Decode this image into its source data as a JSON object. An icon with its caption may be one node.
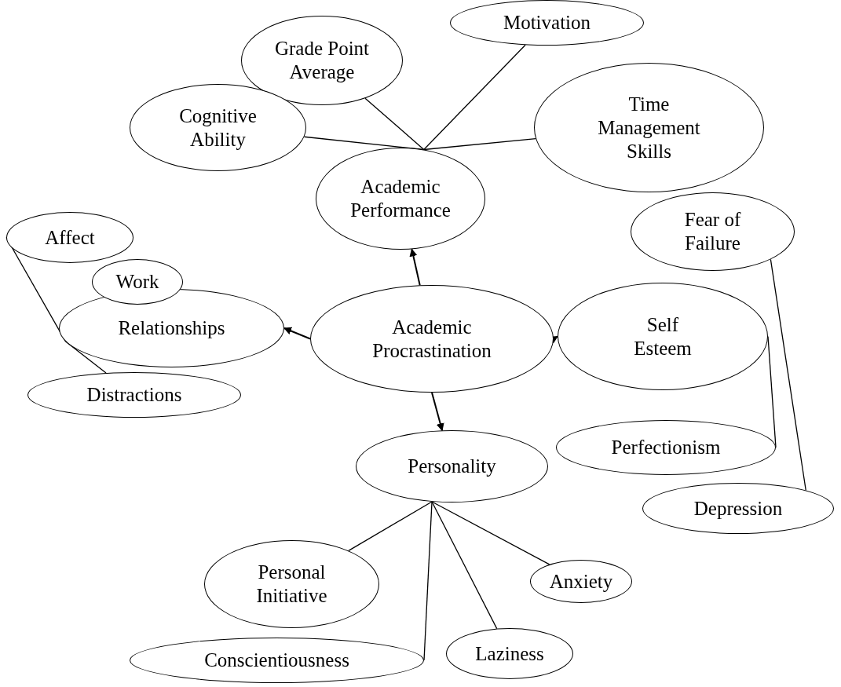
{
  "diagram": {
    "nodes": [
      {
        "text": [
          "Grade Point Average"
        ]
      },
      {
        "text": [
          "Motivation"
        ]
      },
      {
        "text": [
          "Time Management Skills"
        ]
      },
      {
        "text": [
          "Cognitive Ability"
        ]
      },
      {
        "text": [
          "Academic Performance"
        ]
      },
      {
        "text": [
          "Affect"
        ]
      },
      {
        "text": [
          "Fear of Failure"
        ]
      },
      {
        "text": [
          "Work"
        ]
      },
      {
        "text": [
          "Relationships"
        ]
      },
      {
        "text": [
          "Academic Procrastination"
        ]
      },
      {
        "text": [
          "Self Esteem"
        ]
      },
      {
        "text": [
          "Distractions"
        ]
      },
      {
        "text": [
          "Perfectionism"
        ]
      },
      {
        "text": [
          "Personality"
        ]
      },
      {
        "text": [
          "Depression"
        ]
      },
      {
        "text": [
          "Personal Initiative"
        ]
      },
      {
        "text": [
          "Anxiety"
        ]
      },
      {
        "text": [
          "Conscientiousness"
        ]
      },
      {
        "text": [
          "Laziness"
        ]
      }
    ],
    "edges": [
      {
        "from": 9,
        "to": 4,
        "arrow": "to"
      },
      {
        "from": 9,
        "to": 8,
        "arrow": "to"
      },
      {
        "from": 9,
        "to": 10,
        "arrow": "to"
      },
      {
        "from": 9,
        "to": 13,
        "arrow": "to"
      },
      {
        "from": 0,
        "to": 4,
        "arrow": "none"
      },
      {
        "from": 1,
        "to": 4,
        "arrow": "none"
      },
      {
        "from": 2,
        "to": 4,
        "arrow": "none"
      },
      {
        "from": 3,
        "to": 4,
        "arrow": "none"
      },
      {
        "from": 5,
        "to": 8,
        "arrow": "none"
      },
      {
        "from": 7,
        "to": 8,
        "arrow": "none"
      },
      {
        "from": 11,
        "to": 8,
        "arrow": "none"
      },
      {
        "from": 12,
        "to": 10,
        "arrow": "none"
      },
      {
        "from": 6,
        "to": 14,
        "arrow": "none"
      },
      {
        "from": 15,
        "to": 13,
        "arrow": "none"
      },
      {
        "from": 16,
        "to": 13,
        "arrow": "none"
      },
      {
        "from": 18,
        "to": 13,
        "arrow": "none"
      },
      {
        "from": 17,
        "to": 13,
        "arrow": "none"
      }
    ]
  }
}
